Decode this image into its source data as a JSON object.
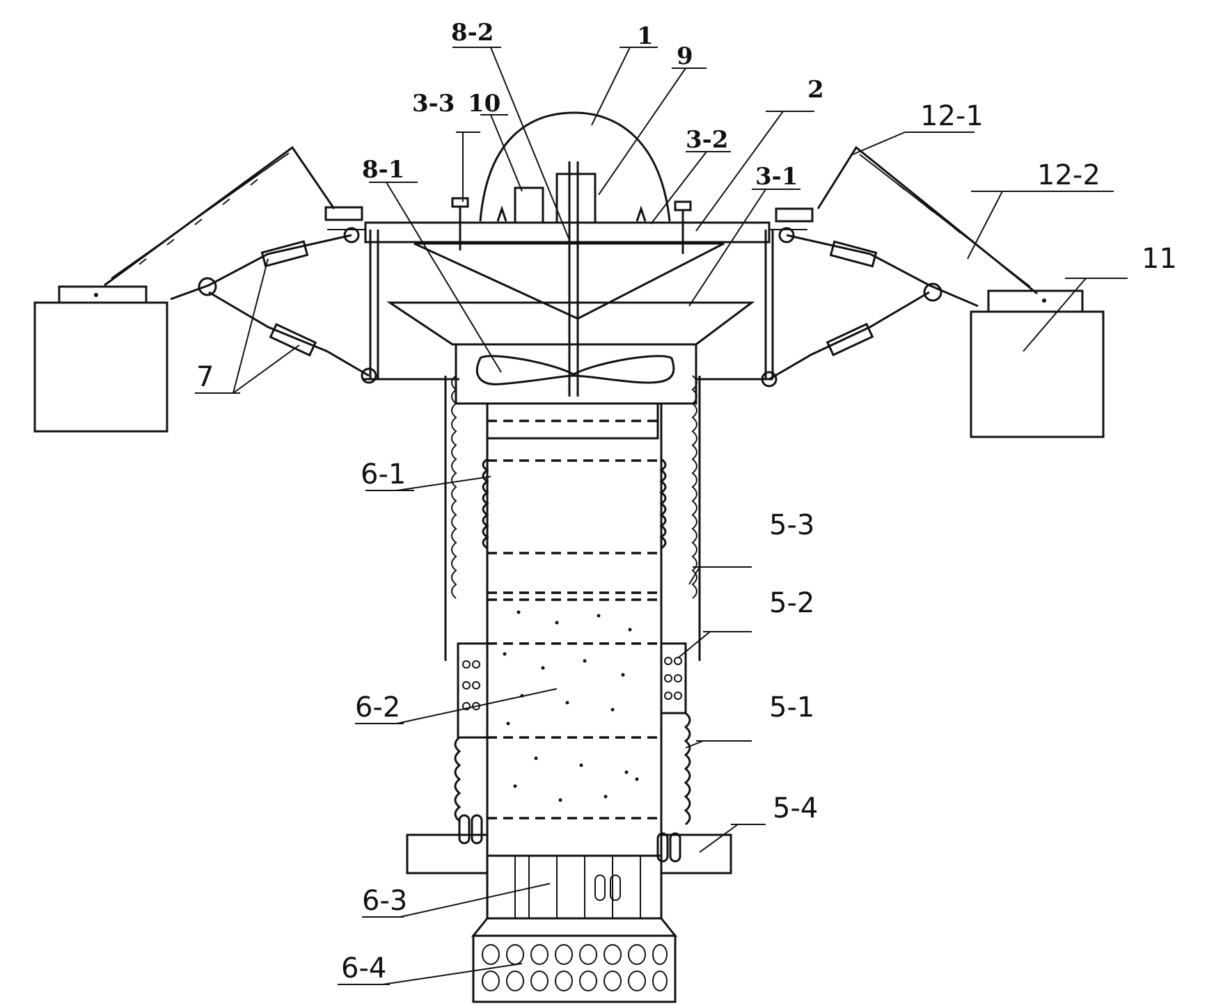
{
  "labels": {
    "l1": "1",
    "l2": "2",
    "l9": "9",
    "l10": "10",
    "l11": "11",
    "l7": "7",
    "l3_1": "3-1",
    "l3_2": "3-2",
    "l3_3": "3-3",
    "l8_1": "8-1",
    "l8_2": "8-2",
    "l12_1": "12-1",
    "l12_2": "12-2",
    "l6_1": "6-1",
    "l6_2": "6-2",
    "l6_3": "6-3",
    "l6_4": "6-4",
    "l5_1": "5-1",
    "l5_2": "5-2",
    "l5_3": "5-3",
    "l5_4": "5-4"
  },
  "colors": {
    "ink": "#111111",
    "paper": "#ffffff"
  }
}
